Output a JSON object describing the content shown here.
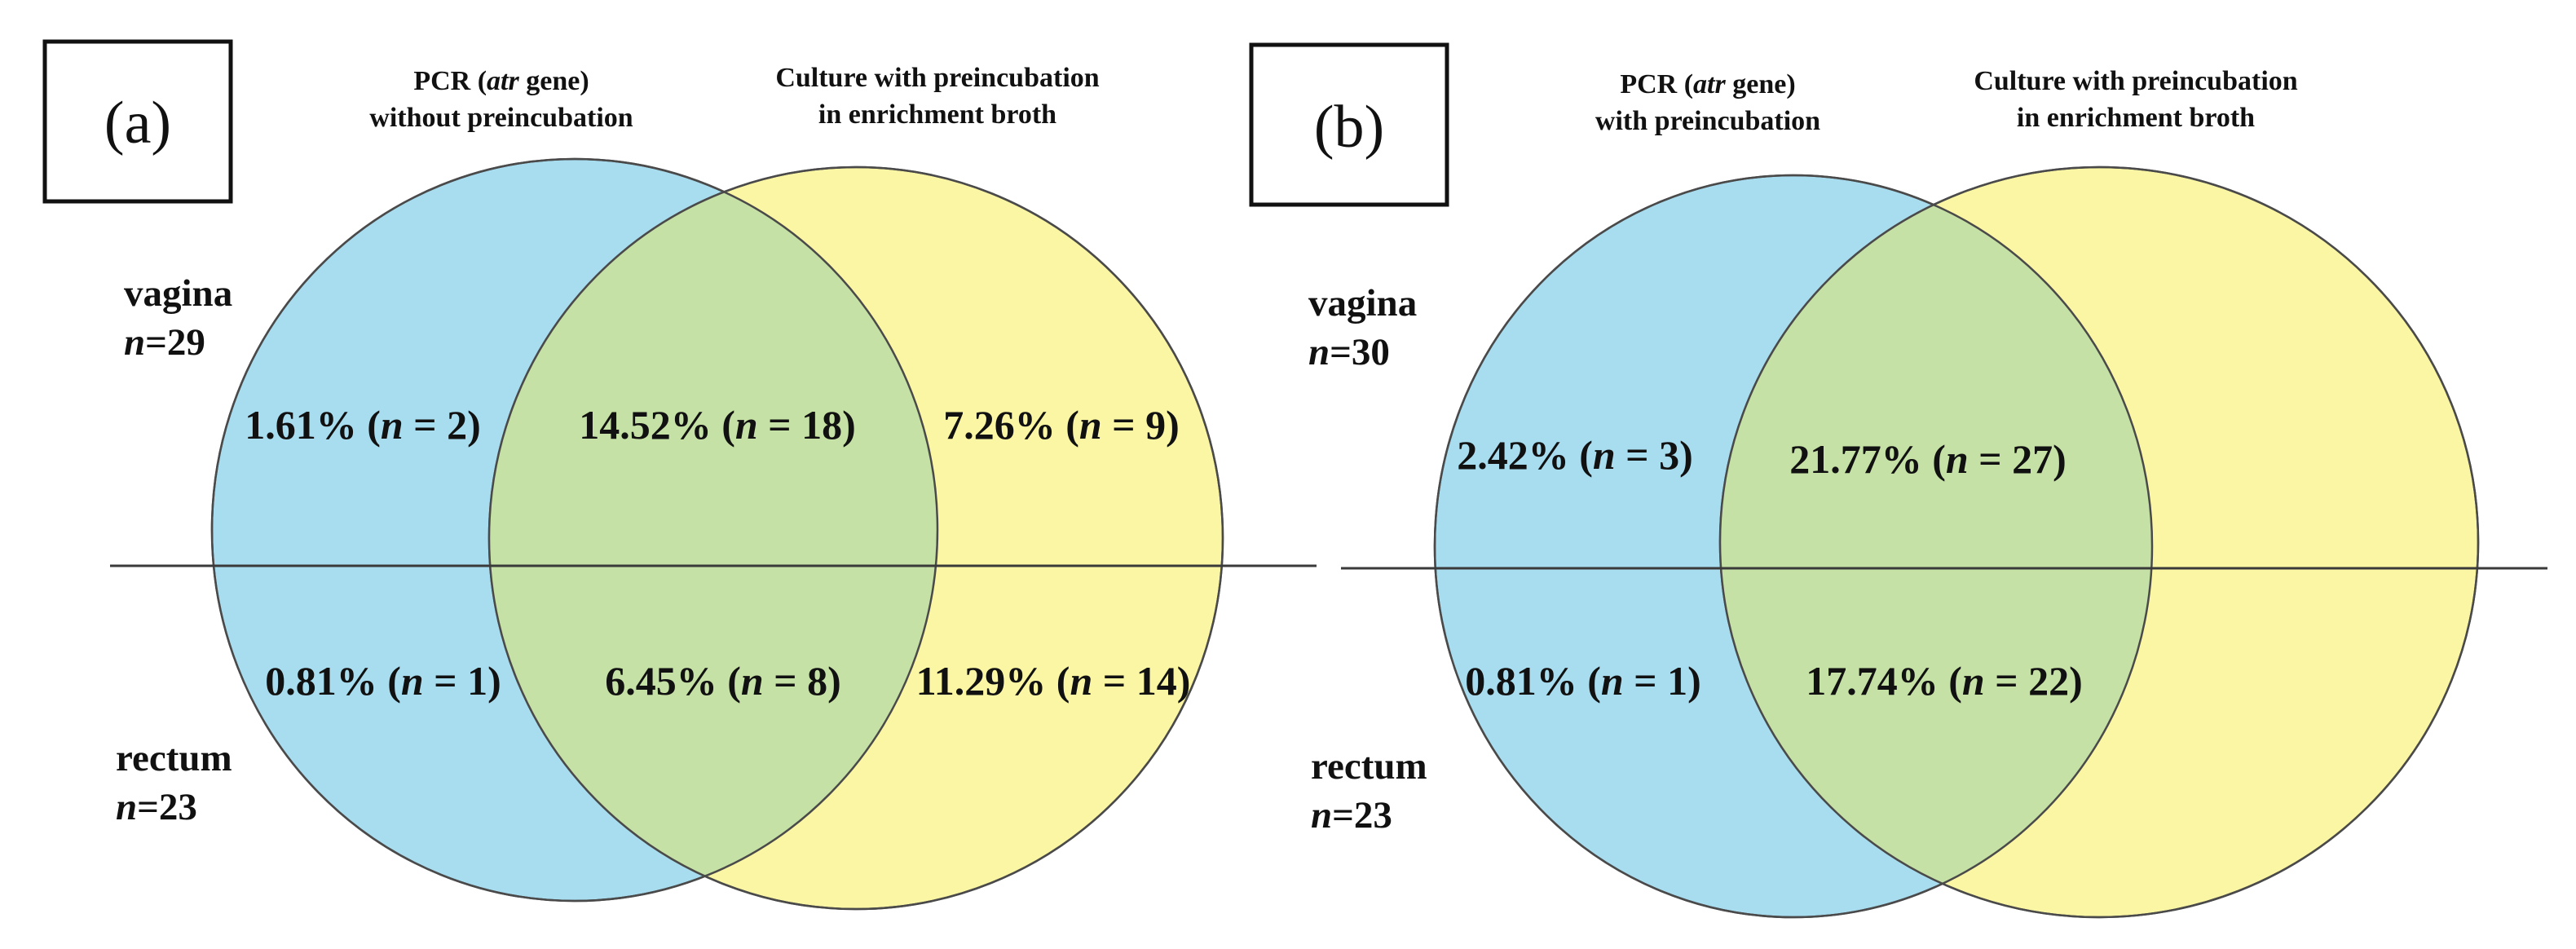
{
  "colors": {
    "blue_circle": "#a8dcef",
    "yellow_circle": "#fbf6a4",
    "overlap": "#c5e1a5",
    "stroke": "#4a4a4a"
  },
  "panels": [
    {
      "id": "a",
      "letter": "(a)",
      "left_set": {
        "line1_pre": "PCR (",
        "line1_italic": "atr",
        "line1_post": " gene)",
        "line2": "without preincubation"
      },
      "right_set": {
        "line1": "Culture with preincubation",
        "line2": "in enrichment broth"
      },
      "sites": [
        {
          "name": "vagina",
          "n_label": "n",
          "n_value": "=29"
        },
        {
          "name": "rectum",
          "n_label": "n",
          "n_value": "=23"
        }
      ],
      "regions": {
        "vagina_left": {
          "pct": "1.61% (",
          "n": "n",
          "count": " = 2)"
        },
        "vagina_overlap": {
          "pct": "14.52% (",
          "n": "n",
          "count": " = 18)"
        },
        "vagina_right": {
          "pct": "7.26% (",
          "n": "n",
          "count": " = 9)"
        },
        "rectum_left": {
          "pct": "0.81% (",
          "n": "n",
          "count": " = 1)"
        },
        "rectum_overlap": {
          "pct": "6.45% (",
          "n": "n",
          "count": " = 8)"
        },
        "rectum_right": {
          "pct": "11.29% (",
          "n": "n",
          "count": " = 14)"
        }
      }
    },
    {
      "id": "b",
      "letter": "(b)",
      "left_set": {
        "line1_pre": "PCR (",
        "line1_italic": "atr",
        "line1_post": " gene)",
        "line2": "with preincubation"
      },
      "right_set": {
        "line1": "Culture with preincubation",
        "line2": "in enrichment broth"
      },
      "sites": [
        {
          "name": "vagina",
          "n_label": "n",
          "n_value": "=30"
        },
        {
          "name": "rectum",
          "n_label": "n",
          "n_value": "=23"
        }
      ],
      "regions": {
        "vagina_left": {
          "pct": "2.42% (",
          "n": "n",
          "count": " = 3)"
        },
        "vagina_overlap": {
          "pct": "21.77% (",
          "n": "n",
          "count": " = 27)"
        },
        "rectum_left": {
          "pct": "0.81% (",
          "n": "n",
          "count": " = 1)"
        },
        "rectum_overlap": {
          "pct": "17.74% (",
          "n": "n",
          "count": " = 22)"
        }
      }
    }
  ]
}
